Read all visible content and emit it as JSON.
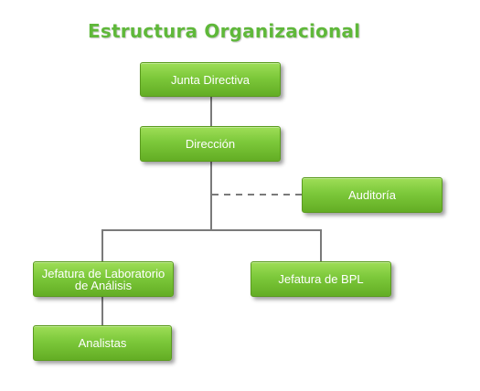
{
  "title": "Estructura Organizacional",
  "colors": {
    "title": "#5fb83a",
    "box_top": "#9ede57",
    "box_bottom": "#63ad24",
    "connector": "#7a7a7a"
  },
  "nodes": {
    "junta": {
      "label": "Junta Directiva"
    },
    "direccion": {
      "label": "Dirección"
    },
    "auditoria": {
      "label": "Auditoría"
    },
    "jef_lab": {
      "label_line1": "Jefatura de Laboratorio",
      "label_line2": "de Análisis"
    },
    "jef_bpl": {
      "label": "Jefatura de BPL"
    },
    "analistas": {
      "label": "Analistas"
    }
  }
}
